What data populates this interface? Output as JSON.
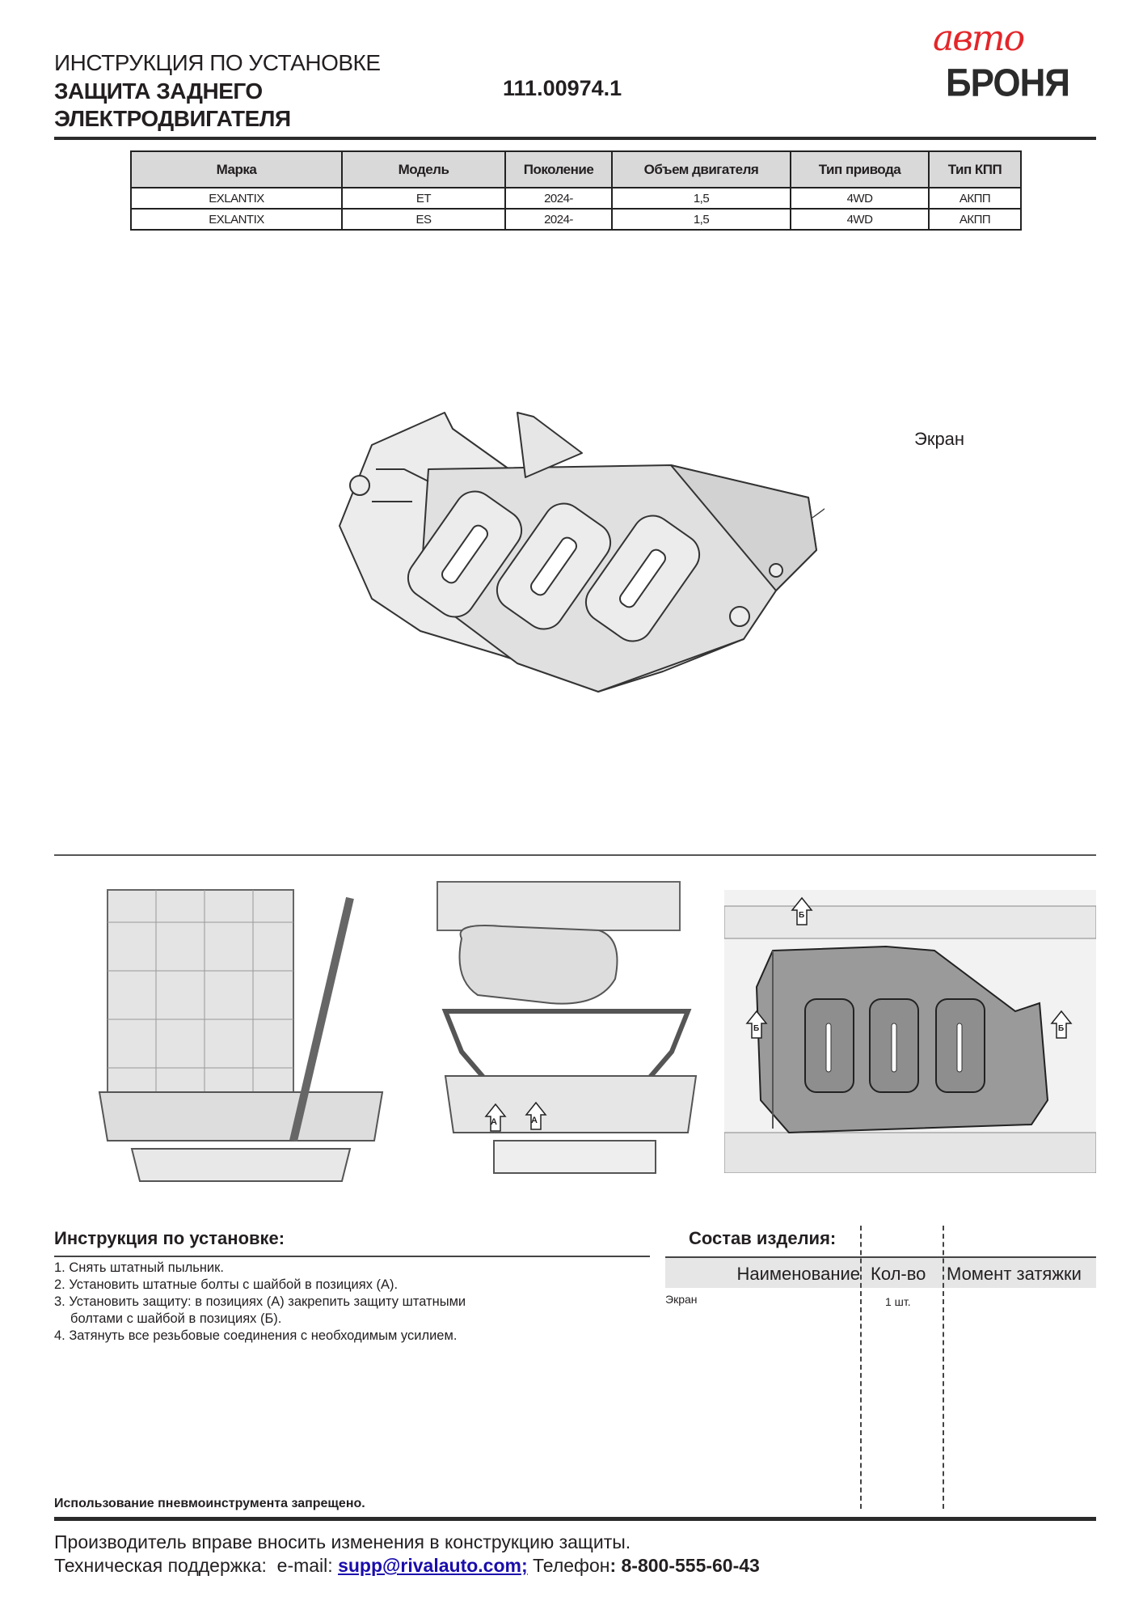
{
  "header": {
    "title_line1": "ИНСТРУКЦИЯ ПО УСТАНОВКЕ",
    "title_line2": "ЗАЩИТА ЗАДНЕГО",
    "title_line3": "ЭЛЕКТРОДВИГАТЕЛЯ",
    "part_number": "111.00974.1",
    "logo_top": "авто",
    "logo_bottom": "БРОНЯ"
  },
  "spec_table": {
    "columns": [
      "Марка",
      "Модель",
      "Поколение",
      "Объем двигателя",
      "Тип привода",
      "Тип КПП"
    ],
    "rows": [
      [
        "EXLANTIX",
        "ET",
        "2024-",
        "1,5",
        "4WD",
        "АКПП"
      ],
      [
        "EXLANTIX",
        "ES",
        "2024-",
        "1,5",
        "4WD",
        "АКПП"
      ]
    ]
  },
  "diagram": {
    "part_label": "Экран"
  },
  "photos": {
    "label_a": "А",
    "label_b": "Б"
  },
  "instructions": {
    "title": "Инструкция по установке:",
    "steps": [
      "1. Снять штатный пыльник.",
      "2. Установить штатные болты с шайбой в позициях (А).",
      "3. Установить защиту: в позициях (А) закрепить защиту штатными",
      "болтами с шайбой в позициях (Б).",
      "4. Затянуть все резьбовые соединения с необходимым усилием."
    ],
    "warning": "Использование пневмоинструмента запрещено."
  },
  "composition": {
    "title": "Состав изделия:",
    "columns": [
      "Наименование",
      "Кол-во",
      "Момент затяжки"
    ],
    "rows": [
      {
        "name": "Экран",
        "qty": "1 шт.",
        "torque": ""
      }
    ]
  },
  "footer": {
    "line1": "Производитель вправе вносить изменения в конструкцию защиты.",
    "support_label": "Техническая поддержка:  e-mail: ",
    "email": "supp@rivalauto.com;",
    "phone_label": " Телефон",
    "phone": ": 8-800-555-60-43"
  },
  "colors": {
    "logo_red": "#e3262a",
    "logo_dark": "#2b2b2b",
    "link": "#1a0dab"
  }
}
